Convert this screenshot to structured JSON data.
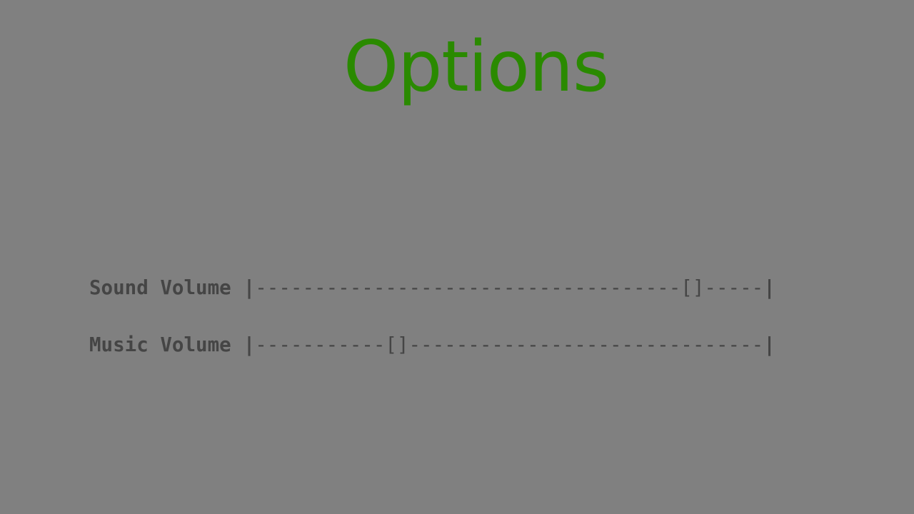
{
  "screen": {
    "title": "Options",
    "title_color": "#2a8a00",
    "background_color": "#808080",
    "text_color": "#454545"
  },
  "settings": [
    {
      "label": "Sound Volume",
      "cap_left": "|",
      "track_before": "------------------------------------",
      "handle": "[]",
      "track_after": "-----",
      "cap_right": "|",
      "value_fraction": 0.86
    },
    {
      "label": "Music Volume",
      "cap_left": "|",
      "track_before": "-----------",
      "handle": "[]",
      "track_after": "------------------------------",
      "cap_right": "|",
      "value_fraction": 0.27
    }
  ]
}
